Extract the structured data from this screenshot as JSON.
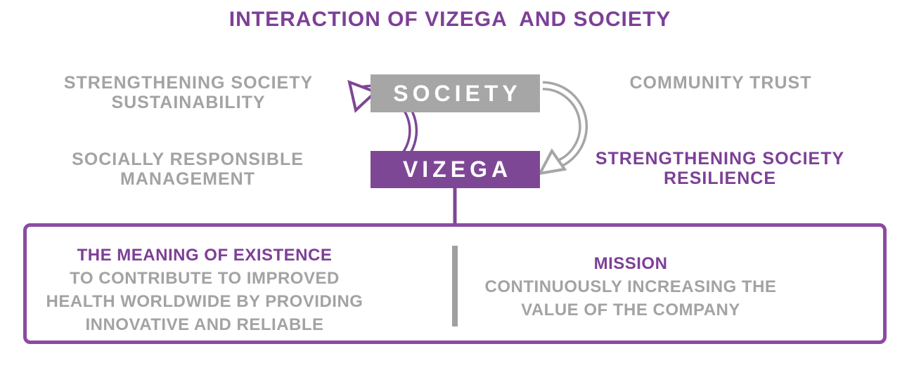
{
  "colors": {
    "bg": "#ffffff",
    "purple-text": "#7d3f97",
    "purple-fill": "#7e4795",
    "purple-border": "#8a4ba3",
    "gray-fill": "#a6a6a6",
    "gray-text": "#a3a3a3",
    "divider": "#a0a0a0"
  },
  "title": "INTERACTION OF VIZEGA  AND SOCIETY",
  "cycle": {
    "society": "SOCIETY",
    "vizega": "VIZEGA",
    "labels": {
      "top_left": {
        "line1": "STRENGTHENING SOCIETY",
        "line2": "SUSTAINABILITY"
      },
      "top_right": {
        "line1": "COMMUNITY TRUST"
      },
      "bottom_left": {
        "line1": "SOCIALLY RESPONSIBLE",
        "line2": "MANAGEMENT"
      },
      "bottom_right": {
        "line1": "STRENGTHENING SOCIETY",
        "line2": "RESILIENCE"
      }
    }
  },
  "panel": {
    "existence": {
      "heading": "THE MEANING OF EXISTENCE",
      "line1": "TO CONTRIBUTE TO IMPROVED",
      "line2": "HEALTH WORLDWIDE BY PROVIDING",
      "line3": "INNOVATIVE AND RELIABLE"
    },
    "mission": {
      "heading": "MISSION",
      "line1": "CONTINUOUSLY INCREASING THE",
      "line2": "VALUE OF THE COMPANY"
    }
  }
}
